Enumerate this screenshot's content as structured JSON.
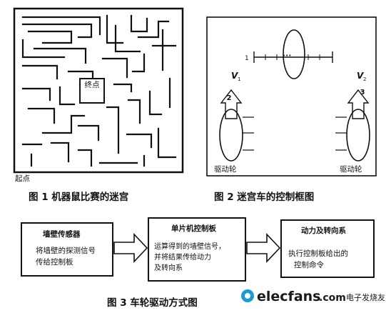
{
  "figure1": {
    "caption": "图 1   机器鼠比赛的迷宫",
    "start_label": "起点",
    "goal_label": "终点"
  },
  "figure2": {
    "caption": "图 2   迷宫车的控制框图",
    "marker_one": "1",
    "v1_label": "V",
    "v1_sub": "1",
    "v2_label": "V",
    "v2_sub": "2",
    "arrow_left_label": "2",
    "arrow_right_label": "3",
    "left_wheel_label": "驱动轮",
    "right_wheel_label": "驱动轮"
  },
  "figure3": {
    "caption": "图 3   车轮驱动方式图",
    "box1": {
      "title": "墙壁传感器",
      "lines": [
        "将墙壁的探测信号",
        "传给控制板"
      ]
    },
    "box2": {
      "title": "单片机控制板",
      "lines": [
        "运算得到的墙壁信号，",
        "并将结果传给动力",
        "及转向系"
      ]
    },
    "box3": {
      "title": "动力及转向系",
      "lines": [
        "执行控制板给出的",
        "控制命令"
      ]
    }
  },
  "watermark": {
    "site": "elecfans",
    "domain": ".com",
    "cn_name": "电子发烧友"
  }
}
